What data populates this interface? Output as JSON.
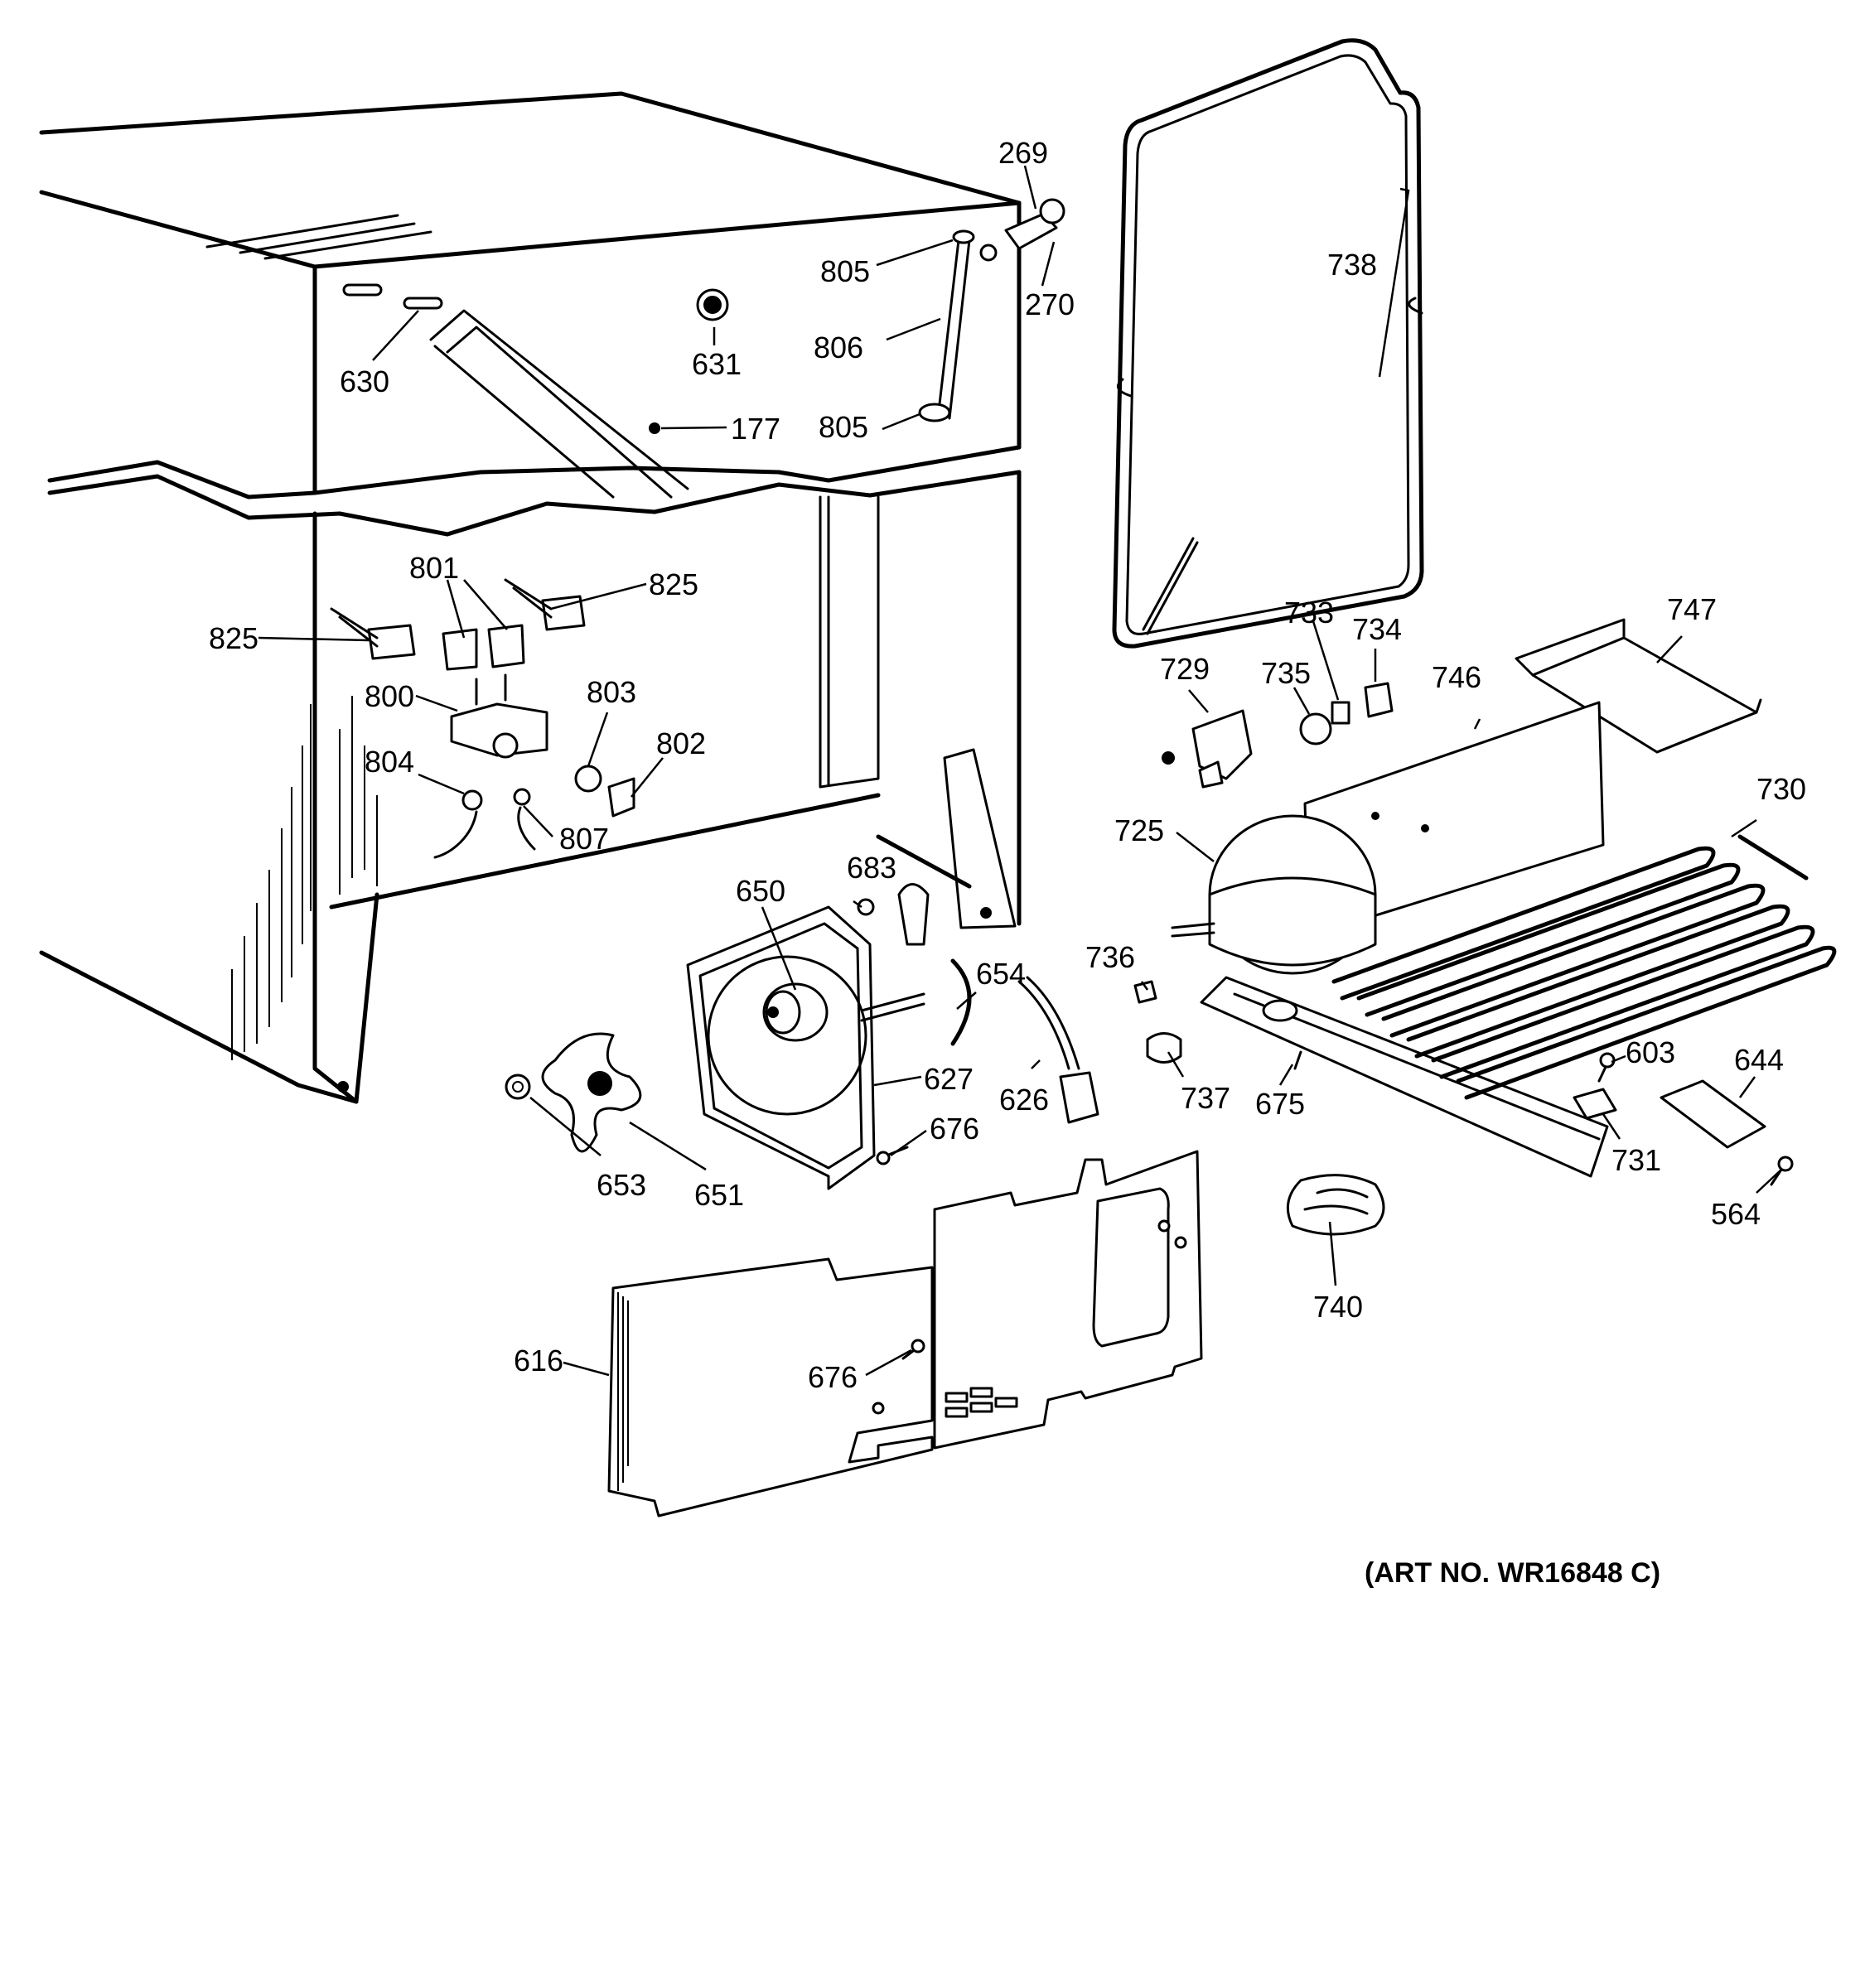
{
  "diagram": {
    "part_numbers": {
      "p269": "269",
      "p270": "270",
      "p738": "738",
      "p805a": "805",
      "p806": "806",
      "p805b": "805",
      "p630": "630",
      "p631": "631",
      "p177": "177",
      "p801": "801",
      "p825a": "825",
      "p825b": "825",
      "p800": "800",
      "p803": "803",
      "p802": "802",
      "p804": "804",
      "p807": "807",
      "p733": "733",
      "p734": "734",
      "p747": "747",
      "p729": "729",
      "p735": "735",
      "p746": "746",
      "p730": "730",
      "p725": "725",
      "p650": "650",
      "p683": "683",
      "p654": "654",
      "p627": "627",
      "p626": "626",
      "p676a": "676",
      "p653": "653",
      "p651": "651",
      "p736": "736",
      "p737": "737",
      "p675": "675",
      "p603": "603",
      "p644": "644",
      "p731": "731",
      "p564": "564",
      "p740": "740",
      "p616": "616",
      "p676b": "676"
    },
    "art_number": "(ART NO. WR16848 C)"
  }
}
